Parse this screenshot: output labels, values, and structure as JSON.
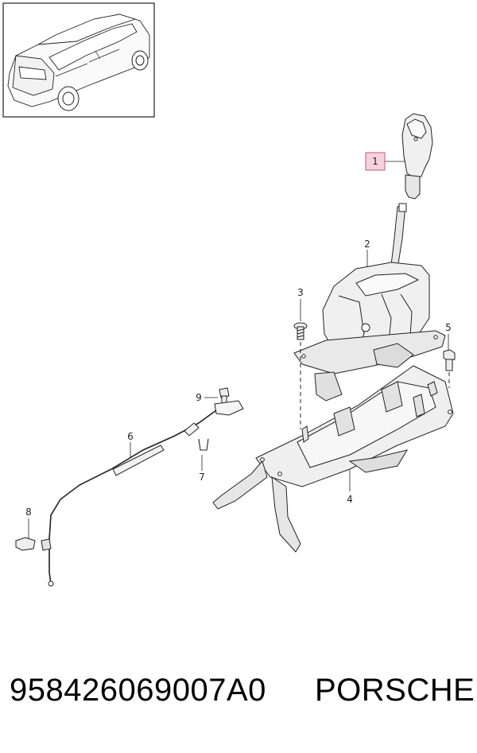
{
  "diagram": {
    "callouts": [
      {
        "id": "1",
        "label": "1",
        "highlighted": true
      },
      {
        "id": "2",
        "label": "2"
      },
      {
        "id": "3",
        "label": "3"
      },
      {
        "id": "4",
        "label": "4"
      },
      {
        "id": "5",
        "label": "5"
      },
      {
        "id": "6",
        "label": "6"
      },
      {
        "id": "7",
        "label": "7"
      },
      {
        "id": "8",
        "label": "8"
      },
      {
        "id": "9",
        "label": "9"
      }
    ],
    "highlight_color": "#f6d3dc",
    "highlight_border": "#c4576f",
    "line_color": "#222222",
    "part_fill": "#f0f0f0"
  },
  "footer": {
    "part_number": "958426069007A0",
    "brand": "PORSCHE"
  }
}
